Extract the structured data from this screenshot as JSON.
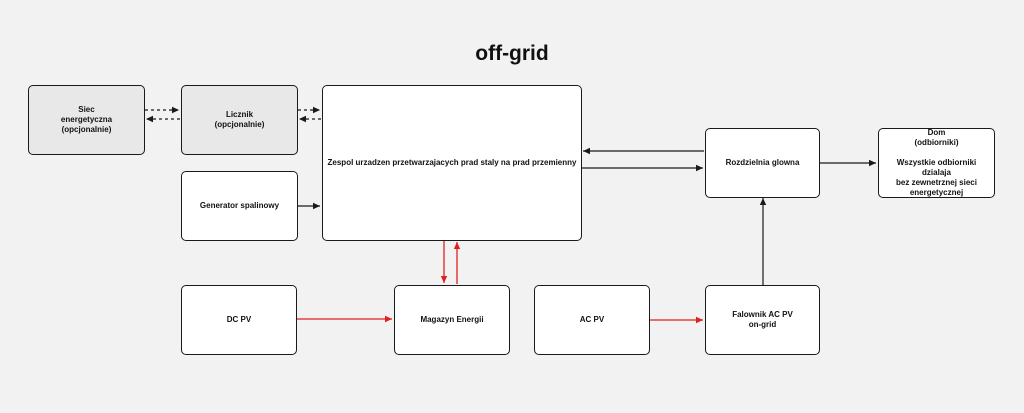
{
  "title": "off-grid",
  "colors": {
    "background": "#f2f2f2",
    "stroke": "#1a1a1a",
    "red": "#e02020",
    "optional_box": "#e8e8e8"
  },
  "nodes": {
    "siec": "Siec\nenergetyczna\n(opcjonalnie)",
    "licznik": "Licznik\n(opcjonalnie)",
    "generator": "Generator spalinowy",
    "zespol": "Zespol urzadzen przetwarzajacych prad staly na prad przemienny",
    "rozdzielnia": "Rozdzielnia glowna",
    "dom": "Dom\n(odbiorniki)\n\nWszystkie odbiorniki dzialaja\nbez zewnetrznej sieci\nenergetycznej",
    "dcpv": "DC PV",
    "magazyn": "Magazyn Energii",
    "acpv": "AC PV",
    "falownik": "Falownik AC PV\non-grid"
  }
}
